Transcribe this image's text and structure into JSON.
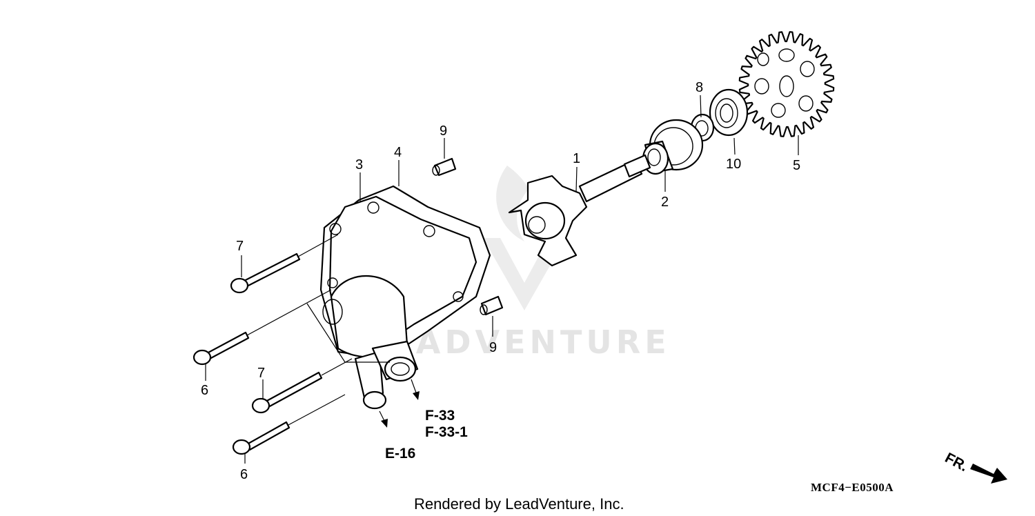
{
  "callouts": {
    "p1": "1",
    "p2": "2",
    "p3": "3",
    "p4": "4",
    "p5": "5",
    "p6a": "6",
    "p6b": "6",
    "p7a": "7",
    "p7b": "7",
    "p8": "8",
    "p9a": "9",
    "p9b": "9",
    "p10": "10"
  },
  "references": {
    "f33": "F-33",
    "f331": "F-33-1",
    "e16": "E-16"
  },
  "direction_label": "FR.",
  "diagram_code": "MCF4−E0500A",
  "watermark": "LEADVENTURE",
  "credit": "Rendered by LeadVenture, Inc."
}
